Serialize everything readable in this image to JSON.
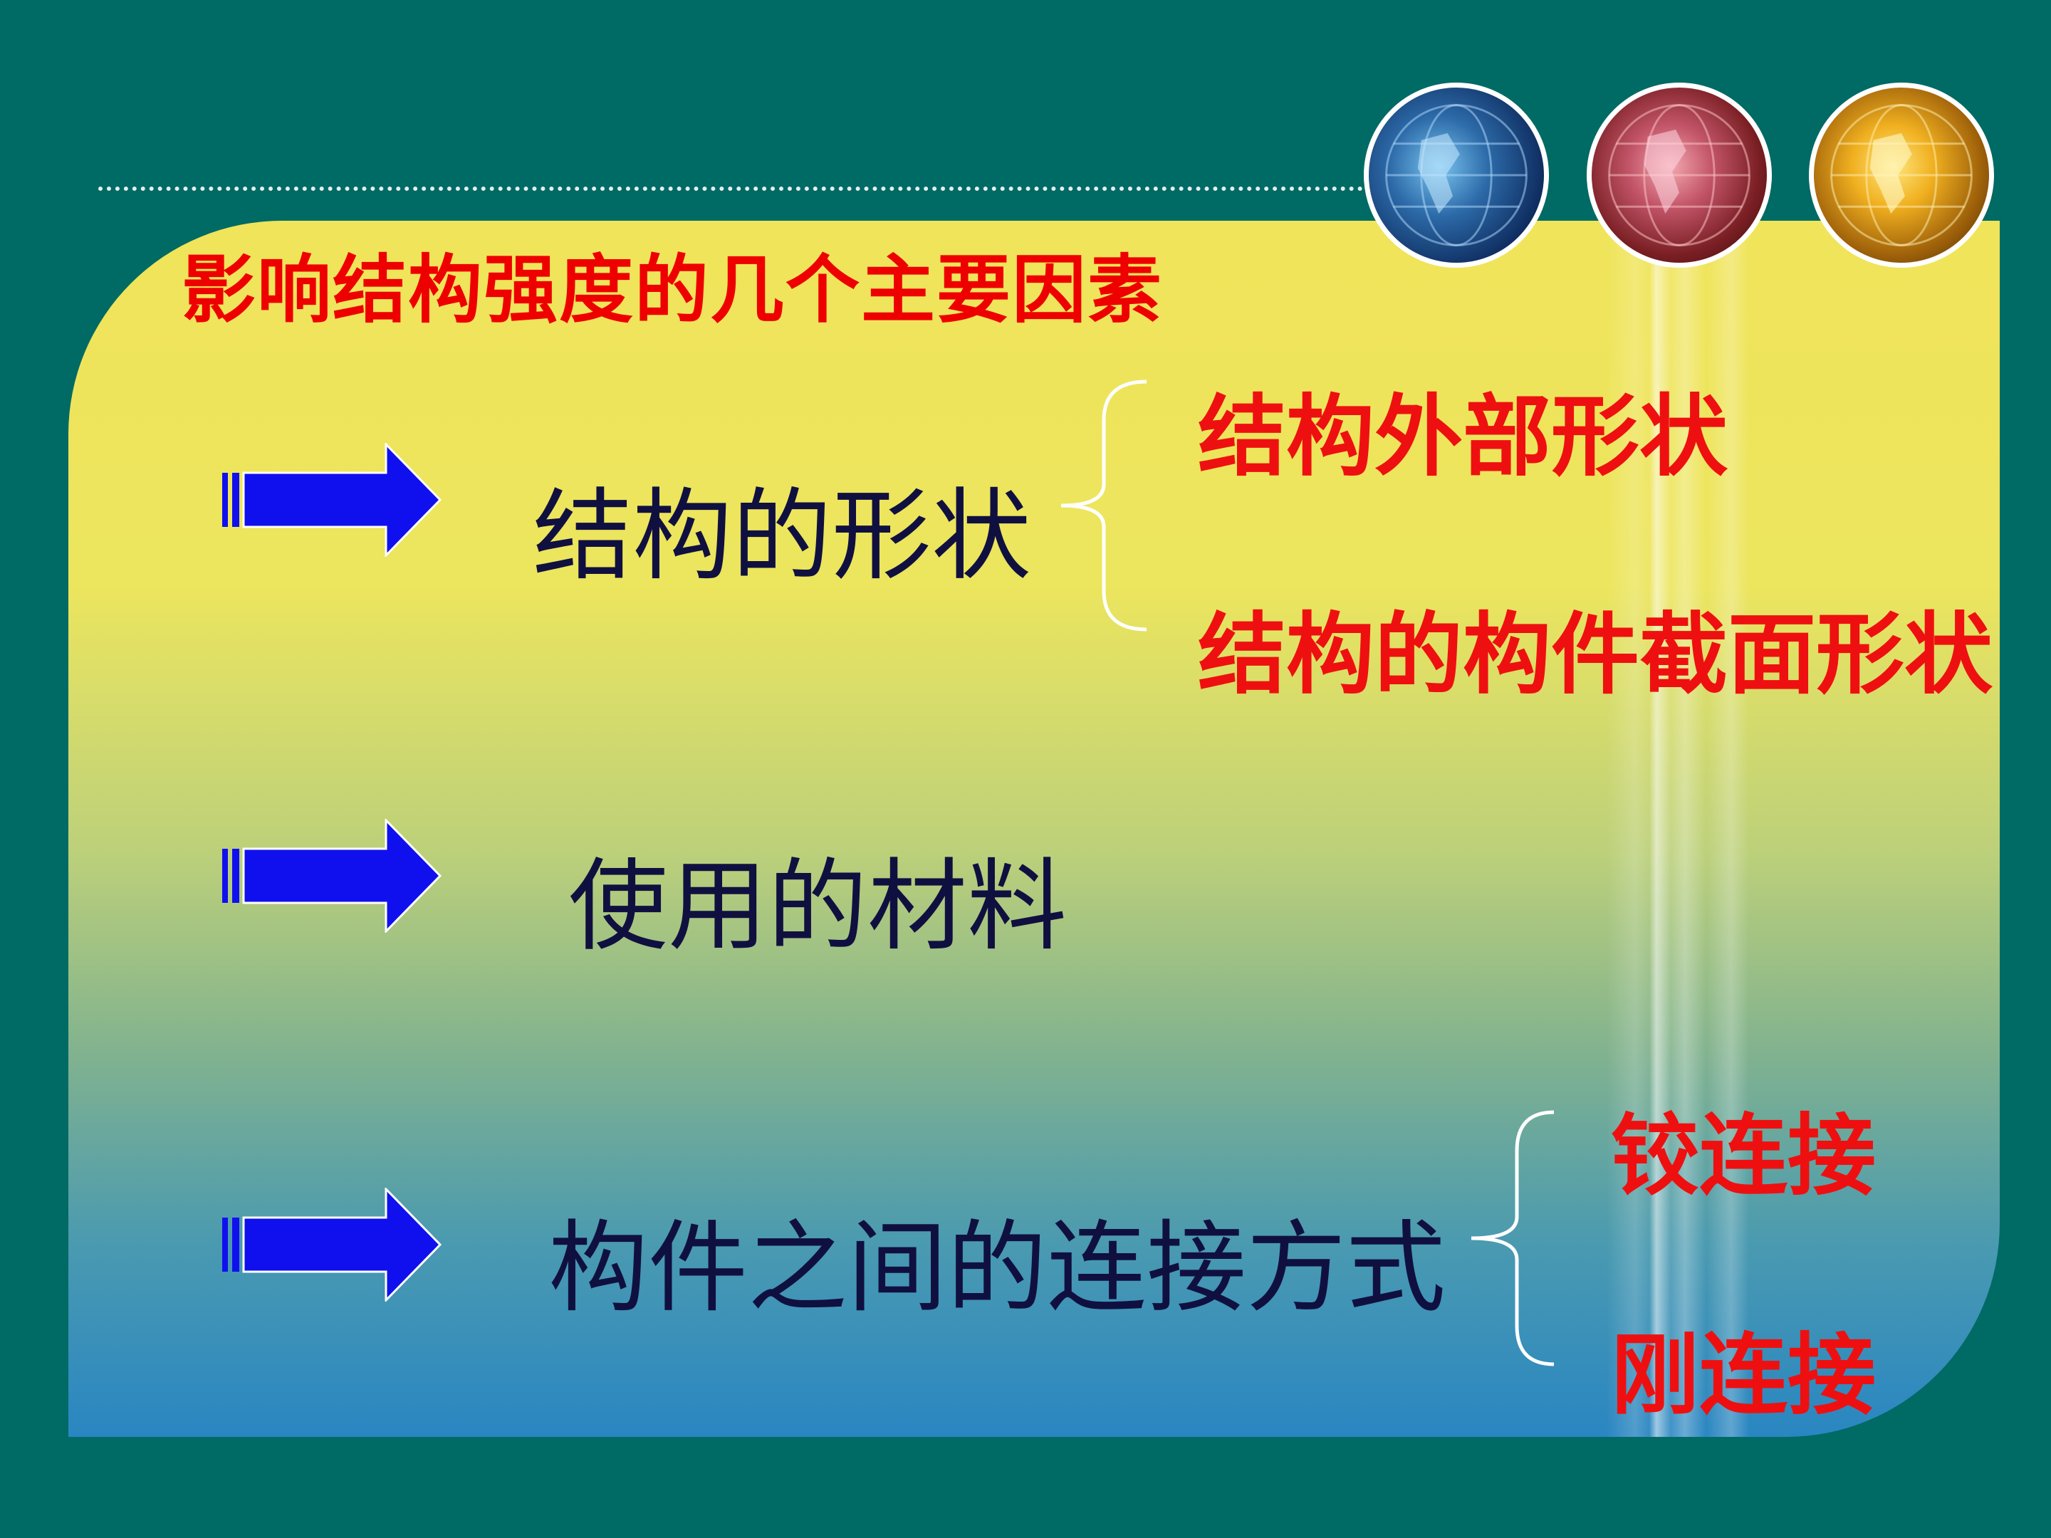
{
  "title": "影响结构强度的几个主要因素",
  "factors": [
    {
      "label": "结构的形状",
      "subitems": [
        "结构外部形状",
        "结构的构件截面形状"
      ]
    },
    {
      "label": "使用的材料"
    },
    {
      "label": "构件之间的连接方式",
      "subitems": [
        "铰连接",
        "刚连接"
      ]
    }
  ],
  "icons": [
    "arrow-right-icon",
    "globe-blue-icon",
    "globe-red-icon",
    "globe-gold-icon"
  ],
  "colors": {
    "background": "#006a64",
    "title": "#ee0000",
    "arrow": "#1010ee",
    "label": "#101040",
    "sub_label": "#ee1010"
  }
}
